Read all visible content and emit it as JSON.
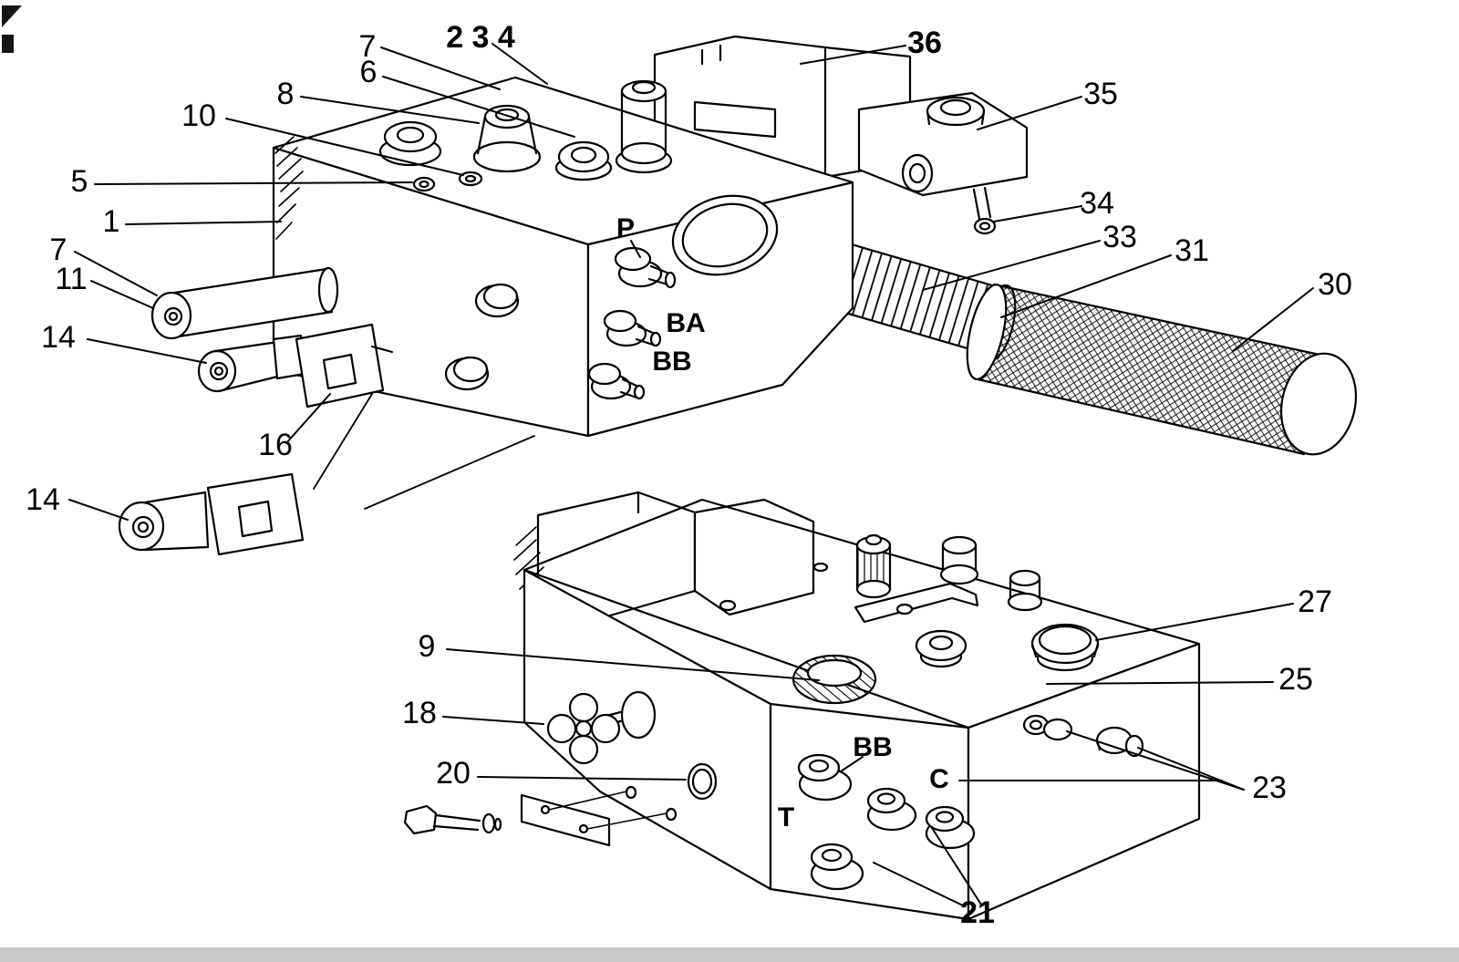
{
  "page": {
    "background_color": "#ffffff",
    "footer_bar_color": "#c9c9c9",
    "line_color": "#000000"
  },
  "diagram": {
    "type": "exploded-parts-diagram",
    "callouts": [
      {
        "label": "7",
        "bold": false
      },
      {
        "label": "2 3 4",
        "bold": true
      },
      {
        "label": "36",
        "bold": true
      },
      {
        "label": "6",
        "bold": false
      },
      {
        "label": "8",
        "bold": false
      },
      {
        "label": "35",
        "bold": false
      },
      {
        "label": "10",
        "bold": false
      },
      {
        "label": "5",
        "bold": false
      },
      {
        "label": "1",
        "bold": false
      },
      {
        "label": "34",
        "bold": false
      },
      {
        "label": "7",
        "bold": false
      },
      {
        "label": "33",
        "bold": false
      },
      {
        "label": "31",
        "bold": false
      },
      {
        "label": "11",
        "bold": false
      },
      {
        "label": "30",
        "bold": false
      },
      {
        "label": "14",
        "bold": false
      },
      {
        "label": "P",
        "bold": true
      },
      {
        "label": "BA",
        "bold": true
      },
      {
        "label": "BB",
        "bold": true
      },
      {
        "label": "16",
        "bold": false
      },
      {
        "label": "14",
        "bold": false
      },
      {
        "label": "27",
        "bold": false
      },
      {
        "label": "9",
        "bold": false
      },
      {
        "label": "25",
        "bold": false
      },
      {
        "label": "18",
        "bold": false
      },
      {
        "label": "BB",
        "bold": true
      },
      {
        "label": "20",
        "bold": false
      },
      {
        "label": "C",
        "bold": true
      },
      {
        "label": "23",
        "bold": false
      },
      {
        "label": "T",
        "bold": true
      },
      {
        "label": "21",
        "bold": true
      }
    ]
  }
}
